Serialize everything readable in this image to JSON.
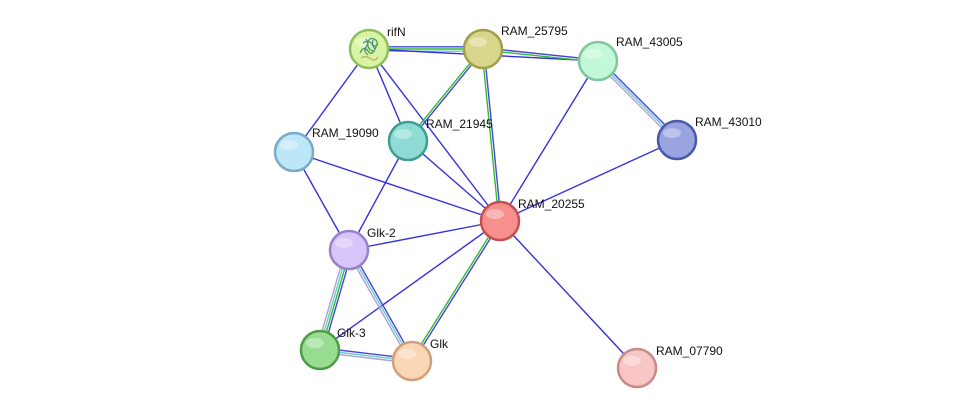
{
  "network": {
    "nodes": [
      {
        "id": "rifN",
        "label": "rifN",
        "fill": "#d7f3a4",
        "stroke": "#8fbf5a",
        "has_structure_icon": true
      },
      {
        "id": "RAM_25795",
        "label": "RAM_25795",
        "fill": "#d8d68a",
        "stroke": "#a19f4c"
      },
      {
        "id": "RAM_43005",
        "label": "RAM_43005",
        "fill": "#c2f7d8",
        "stroke": "#80c79c"
      },
      {
        "id": "RAM_43010",
        "label": "RAM_43010",
        "fill": "#9aa4e0",
        "stroke": "#4b5aa8"
      },
      {
        "id": "RAM_19090",
        "label": "RAM_19090",
        "fill": "#bde6f8",
        "stroke": "#79aac6"
      },
      {
        "id": "RAM_21945",
        "label": "RAM_21945",
        "fill": "#8fdcd6",
        "stroke": "#3f9d94"
      },
      {
        "id": "RAM_20255",
        "label": "RAM_20255",
        "fill": "#f88f8f",
        "stroke": "#c4504f"
      },
      {
        "id": "Glk-2",
        "label": "Glk-2",
        "fill": "#d6c5f8",
        "stroke": "#9a80cc"
      },
      {
        "id": "Glk-3",
        "label": "Glk-3",
        "fill": "#98dd92",
        "stroke": "#4e9c47"
      },
      {
        "id": "Glk",
        "label": "Glk",
        "fill": "#fad7b4",
        "stroke": "#cfa07a"
      },
      {
        "id": "RAM_07790",
        "label": "RAM_07790",
        "fill": "#f8c6c6",
        "stroke": "#c98a8a"
      }
    ],
    "edges": [
      {
        "source": "rifN",
        "target": "RAM_25795",
        "colors": [
          "#4444dd",
          "#33bb33",
          "#66cccc"
        ]
      },
      {
        "source": "rifN",
        "target": "RAM_43005",
        "colors": [
          "#3333dd"
        ]
      },
      {
        "source": "rifN",
        "target": "RAM_19090",
        "colors": [
          "#3333dd"
        ]
      },
      {
        "source": "rifN",
        "target": "RAM_21945",
        "colors": [
          "#3333dd"
        ]
      },
      {
        "source": "rifN",
        "target": "RAM_20255",
        "colors": [
          "#3333dd"
        ]
      },
      {
        "source": "RAM_25795",
        "target": "RAM_43005",
        "colors": [
          "#4444dd",
          "#33bb33"
        ]
      },
      {
        "source": "RAM_25795",
        "target": "RAM_21945",
        "colors": [
          "#4444dd",
          "#33bb33"
        ]
      },
      {
        "source": "RAM_25795",
        "target": "RAM_20255",
        "colors": [
          "#4444dd",
          "#33bb33"
        ]
      },
      {
        "source": "RAM_43005",
        "target": "RAM_43010",
        "colors": [
          "#4444dd",
          "#66cccc",
          "#b0a0d8"
        ]
      },
      {
        "source": "RAM_43005",
        "target": "RAM_20255",
        "colors": [
          "#3333dd"
        ]
      },
      {
        "source": "RAM_43010",
        "target": "RAM_20255",
        "colors": [
          "#3333dd"
        ]
      },
      {
        "source": "RAM_19090",
        "target": "RAM_20255",
        "colors": [
          "#3333dd"
        ]
      },
      {
        "source": "RAM_19090",
        "target": "Glk-2",
        "colors": [
          "#3333dd"
        ]
      },
      {
        "source": "RAM_21945",
        "target": "Glk-2",
        "colors": [
          "#3333dd"
        ]
      },
      {
        "source": "RAM_21945",
        "target": "RAM_20255",
        "colors": [
          "#3333dd"
        ]
      },
      {
        "source": "RAM_20255",
        "target": "Glk-2",
        "colors": [
          "#3333dd"
        ]
      },
      {
        "source": "RAM_20255",
        "target": "Glk-3",
        "colors": [
          "#3333dd"
        ]
      },
      {
        "source": "RAM_20255",
        "target": "Glk",
        "colors": [
          "#4444dd",
          "#33bb33"
        ]
      },
      {
        "source": "RAM_20255",
        "target": "RAM_07790",
        "colors": [
          "#3333dd"
        ]
      },
      {
        "source": "Glk-2",
        "target": "Glk-3",
        "colors": [
          "#4444dd",
          "#33bb33",
          "#66cccc",
          "#b0a0d8"
        ]
      },
      {
        "source": "Glk-2",
        "target": "Glk",
        "colors": [
          "#4444dd",
          "#66cccc",
          "#b0a0d8"
        ]
      },
      {
        "source": "Glk-3",
        "target": "Glk",
        "colors": [
          "#4444dd",
          "#66cccc",
          "#b0a0d8"
        ]
      }
    ]
  }
}
